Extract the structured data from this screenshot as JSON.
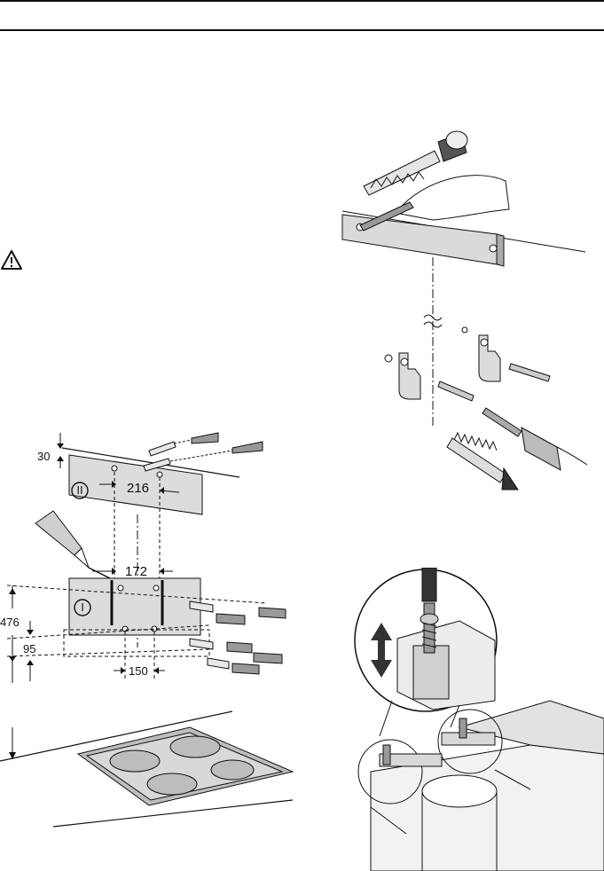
{
  "warning": {
    "icon": "warning-triangle-icon"
  },
  "figure_left": {
    "labels": {
      "top_offset": "30",
      "upper_spacing": "216",
      "middle_spacing": "172",
      "height": "476",
      "lower_offset": "95",
      "lower_spacing": "150",
      "plate_upper": "II",
      "plate_lower": "I"
    }
  },
  "colors": {
    "ink": "#111111",
    "panel": "#dcdcdc",
    "hob": "#bdbdbd",
    "shade": "#9a9a9a"
  }
}
